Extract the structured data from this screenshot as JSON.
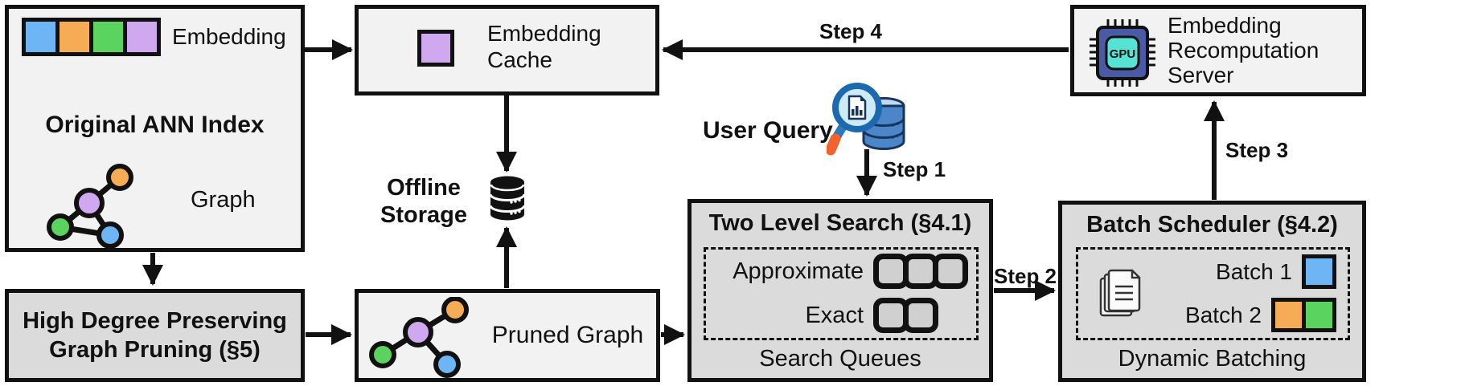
{
  "diagram": {
    "palette": {
      "blue": "#6EB5F5",
      "orange": "#F6AC54",
      "green": "#5BD35F",
      "purple": "#CFA8EF",
      "box_light": "#F2F2F2",
      "box_dark": "#DBDBDB",
      "queue_fill": "#D0D0D0",
      "line": "#111111",
      "gpu_body": "#4A5AA5",
      "gpu_core": "#56E3D4"
    },
    "boxes": {
      "ann_index": {
        "title": "Original ANN Index",
        "embedding_label": "Embedding",
        "graph_label": "Graph"
      },
      "embedding_cache": {
        "title": "Embedding Cache"
      },
      "recomputation_server": {
        "title": "Embedding Recomputation Server",
        "gpu_label": "GPU"
      },
      "offline_storage": {
        "label": "Offline Storage"
      },
      "user_query": {
        "label": "User Query"
      },
      "two_level_search": {
        "title": "Two Level Search (§4.1)",
        "approximate_label": "Approximate",
        "approximate_queue_count": 3,
        "exact_label": "Exact",
        "exact_queue_count": 2,
        "footer": "Search Queues"
      },
      "batch_scheduler": {
        "title": "Batch Scheduler (§4.2)",
        "batches": [
          {
            "label": "Batch 1",
            "colors": [
              "blue"
            ]
          },
          {
            "label": "Batch 2",
            "colors": [
              "orange",
              "green"
            ]
          }
        ],
        "footer": "Dynamic Batching"
      },
      "high_degree_pruning": {
        "title": "High Degree Preserving Graph Pruning (§5)"
      },
      "pruned_graph": {
        "label": "Pruned Graph"
      }
    },
    "steps": {
      "step1": "Step 1",
      "step2": "Step 2",
      "step3": "Step 3",
      "step4": "Step 4"
    }
  }
}
